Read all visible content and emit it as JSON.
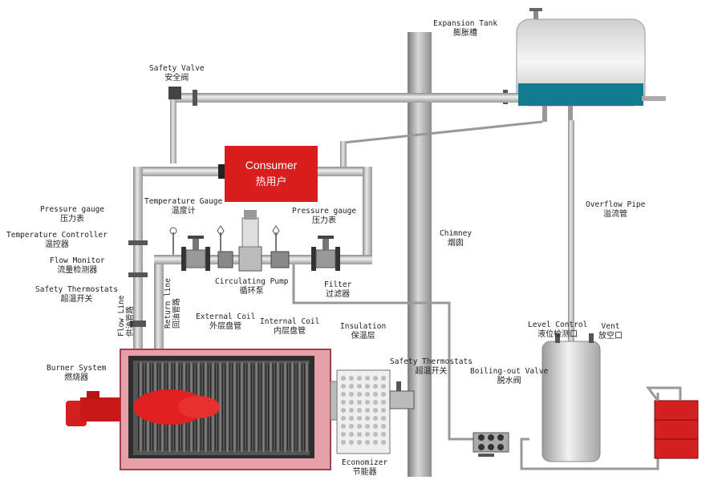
{
  "labels": {
    "expansion_tank": {
      "en": "Expansion Tank",
      "zh": "膨胀槽"
    },
    "safety_valve": {
      "en": "Safety Valve",
      "zh": "安全阀"
    },
    "consumer": {
      "en": "Consumer",
      "zh": "热用户"
    },
    "pressure_gauge_left": {
      "en": "Pressure gauge",
      "zh": "压力表"
    },
    "temperature_gauge": {
      "en": "Temperature Gauge",
      "zh": "温度计"
    },
    "pressure_gauge_right": {
      "en": "Pressure gauge",
      "zh": "压力表"
    },
    "temperature_controller": {
      "en": "Temperature Controller",
      "zh": "温控器"
    },
    "flow_monitor": {
      "en": "Flow Monitor",
      "zh": "流量检测器"
    },
    "safety_thermostats_left": {
      "en": "Safety Thermostats",
      "zh": "超温开关"
    },
    "circulating_pump": {
      "en": "Circulating Pump",
      "zh": "循环泵"
    },
    "filter": {
      "en": "Filter",
      "zh": "过滤器"
    },
    "chimney": {
      "en": "Chimney",
      "zh": "烟囱"
    },
    "overflow_pipe": {
      "en": "Overflow Pipe",
      "zh": "溢流管"
    },
    "flow_line": {
      "en": "Flow Line",
      "zh": "供油管路"
    },
    "return_line": {
      "en": "Return line",
      "zh": "回油管路"
    },
    "external_coil": {
      "en": "External Coil",
      "zh": "外层盘管"
    },
    "internal_coil": {
      "en": "Internal Coil",
      "zh": "内层盘管"
    },
    "insulation": {
      "en": "Insulation",
      "zh": "保温层"
    },
    "level_control": {
      "en": "Level Control",
      "zh": "液位检测口"
    },
    "vent": {
      "en": "Vent",
      "zh": "放空口"
    },
    "burner_system": {
      "en": "Burner System",
      "zh": "燃烧器"
    },
    "safety_thermostats_right": {
      "en": "Safety Thermostats",
      "zh": "超温开关"
    },
    "boiling_out_valve": {
      "en": "Boiling-out Valve",
      "zh": "脱水阀"
    },
    "economizer": {
      "en": "Economizer",
      "zh": "节能器"
    }
  },
  "colors": {
    "consumer_red": "#d81e1e",
    "boiler_body": "#e8a0a8",
    "burner_red": "#d42020",
    "tank_water": "#137a90",
    "pipe_gray": "#b8b8b8"
  }
}
